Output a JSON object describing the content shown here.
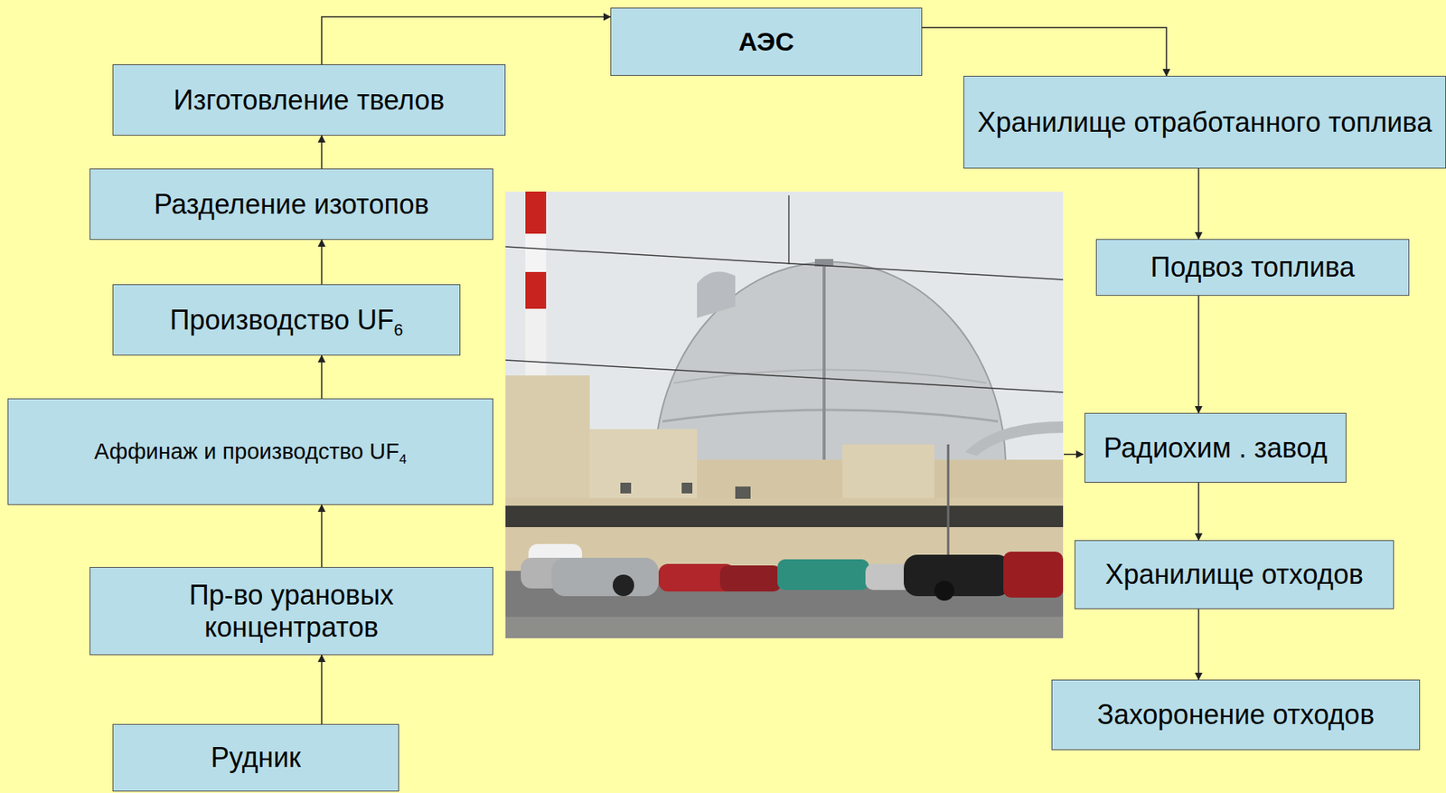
{
  "diagram": {
    "nodes": [
      {
        "text": [
          "АЭС"
        ]
      },
      {
        "text": [
          "Изготовление твелов"
        ]
      },
      {
        "text": [
          "Хранилище отработанного топлива"
        ]
      },
      {
        "text": [
          "Разделение изотопов"
        ]
      },
      {
        "text": [
          "Подвоз топлива"
        ]
      },
      {
        "text": [
          "Производство UF6"
        ]
      },
      {
        "text": [
          "Радиохим . завод"
        ]
      },
      {
        "text": [
          "Аффинаж и производство UF4"
        ]
      },
      {
        "text": [
          "Хранилище отходов"
        ]
      },
      {
        "text": [
          "Пр-во урановых концентратов"
        ]
      },
      {
        "text": [
          "Захоронение отходов"
        ]
      },
      {
        "text": [
          "Рудник"
        ]
      }
    ],
    "edges": [
      {
        "from": 11,
        "to": 9,
        "arrow": "to"
      },
      {
        "from": 9,
        "to": 7,
        "arrow": "to"
      },
      {
        "from": 7,
        "to": 5,
        "arrow": "to"
      },
      {
        "from": 5,
        "to": 3,
        "arrow": "to"
      },
      {
        "from": 3,
        "to": 1,
        "arrow": "to"
      },
      {
        "from": 1,
        "to": 0,
        "arrow": "to"
      },
      {
        "from": 0,
        "to": 2,
        "arrow": "to"
      },
      {
        "from": 2,
        "to": 4,
        "arrow": "to"
      },
      {
        "from": 4,
        "to": 6,
        "arrow": "to"
      },
      {
        "from": 6,
        "to": 8,
        "arrow": "to"
      },
      {
        "from": 8,
        "to": 10,
        "arrow": "to"
      }
    ]
  }
}
